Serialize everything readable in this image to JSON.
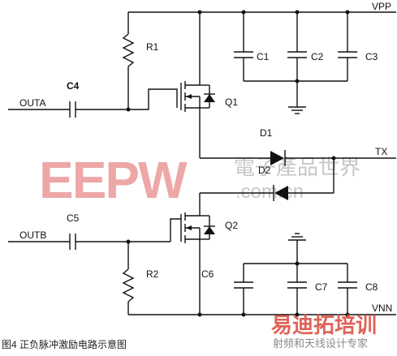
{
  "labels": {
    "vpp": "VPP",
    "vnn": "VNN",
    "tx": "TX",
    "outa": "OUTA",
    "outb": "OUTB",
    "r1": "R1",
    "r2": "R2",
    "c1": "C1",
    "c2": "C2",
    "c3": "C3",
    "c4": "C4",
    "c5": "C5",
    "c6": "C6",
    "c7": "C7",
    "c8": "C8",
    "q1": "Q1",
    "q2": "Q2",
    "d1": "D1",
    "d2": "D2"
  },
  "watermarks": {
    "eepw_logo": "EEPW",
    "eepw_cn": "電子產品世界",
    "eepw_url": ".com.cn",
    "site_logo": "易迪拓培训",
    "site_sub": "射频和天线设计专家"
  },
  "caption": "图4   正负脉冲激励电路示意图",
  "colors": {
    "line": "#111111",
    "watermark_red": "#e06060",
    "watermark_gray": "#9a9a9a",
    "site_red": "#d9483b",
    "site_gray": "#8a8a8a"
  }
}
